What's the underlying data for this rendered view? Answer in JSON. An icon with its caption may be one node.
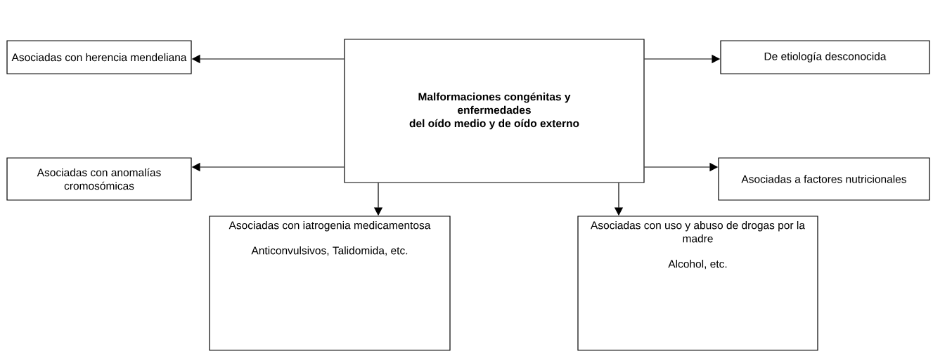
{
  "diagram": {
    "nodes": [
      {
        "text": [
          "Malformaciones congénitas y enfermedades",
          "del oído medio y de oído externo"
        ]
      },
      {
        "text": [
          "Asociadas con herencia mendeliana"
        ]
      },
      {
        "text": [
          "De etiología desconocida"
        ]
      },
      {
        "text": [
          "Asociadas con anomalías cromosómicas"
        ]
      },
      {
        "text": [
          "Asociadas a factores nutricionales"
        ]
      },
      {
        "text": [
          "Asociadas con iatrogenia medicamentosa",
          "Anticonvulsivos, Talidomida, etc."
        ]
      },
      {
        "text": [
          "Asociadas con uso y abuso de drogas por la madre",
          "Alcohol, etc."
        ]
      }
    ],
    "edges": [
      {
        "from": 0,
        "to": 1,
        "arrow": "to"
      },
      {
        "from": 0,
        "to": 2,
        "arrow": "to"
      },
      {
        "from": 0,
        "to": 3,
        "arrow": "to"
      },
      {
        "from": 0,
        "to": 4,
        "arrow": "to"
      },
      {
        "from": 0,
        "to": 5,
        "arrow": "to"
      },
      {
        "from": 0,
        "to": 6,
        "arrow": "to"
      }
    ]
  }
}
